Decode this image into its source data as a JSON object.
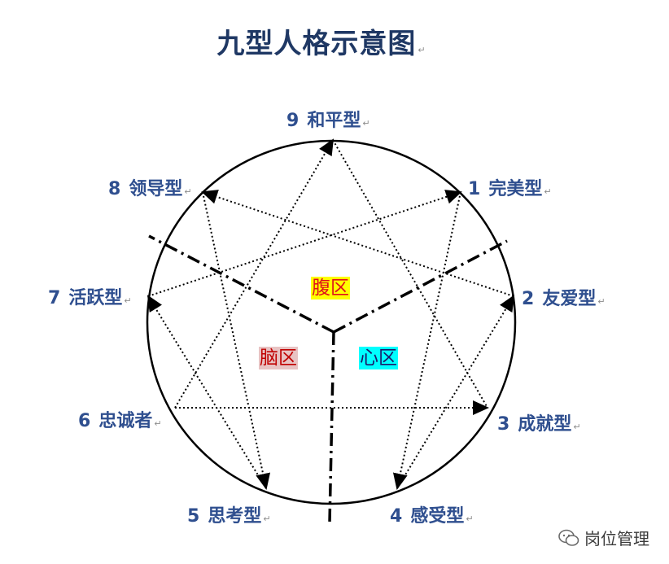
{
  "title": "九型人格示意图",
  "para_mark": "↵",
  "nodes": [
    {
      "num": "9",
      "name": "和平型"
    },
    {
      "num": "1",
      "name": "完美型"
    },
    {
      "num": "2",
      "name": "友爱型"
    },
    {
      "num": "3",
      "name": "成就型"
    },
    {
      "num": "4",
      "name": "感受型"
    },
    {
      "num": "5",
      "name": "思考型"
    },
    {
      "num": "6",
      "name": "忠诚者"
    },
    {
      "num": "7",
      "name": "活跃型"
    },
    {
      "num": "8",
      "name": "领导型"
    }
  ],
  "zones": {
    "belly": "腹区",
    "head": "脑区",
    "heart": "心区"
  },
  "watermark": "岗位管理",
  "colors": {
    "title": "#1f3864",
    "label": "#2f4f8f",
    "belly_bg": "#ffff00",
    "belly_text": "#e0101a",
    "head_bg": "#e8c3c3",
    "head_text": "#c00000",
    "heart_bg": "#00ffff",
    "heart_text": "#1a1a6a"
  }
}
